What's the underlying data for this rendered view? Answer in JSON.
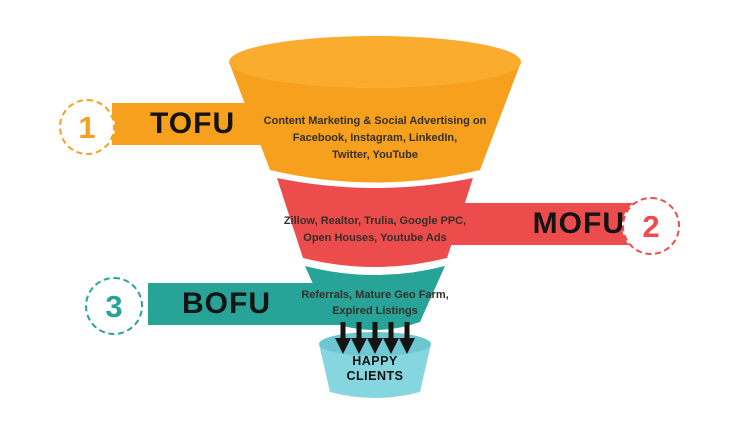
{
  "background_color": "#FFFFFF",
  "funnel": {
    "stages": [
      {
        "number": "1",
        "label": "TOFU",
        "color": "#F6A01D",
        "description_lines": [
          "Content Marketing & Social Advertising on",
          "Facebook, Instagram, LinkedIn,",
          "Twitter, YouTube"
        ]
      },
      {
        "number": "2",
        "label": "MOFU",
        "color": "#ED4C4C",
        "description_lines": [
          "Zillow, Realtor, Trulia, Google PPC,",
          "Open Houses, Youtube Ads"
        ]
      },
      {
        "number": "3",
        "label": "BOFU",
        "color": "#27A398",
        "description_lines": [
          "Referrals, Mature Geo Farm,",
          "Expired Listings"
        ]
      }
    ],
    "outcome": {
      "color": "#85D6DF",
      "label_lines": [
        "HAPPY",
        "CLIENTS"
      ]
    },
    "arrows": {
      "direction": "down",
      "count": 5,
      "color": "#141414"
    }
  }
}
